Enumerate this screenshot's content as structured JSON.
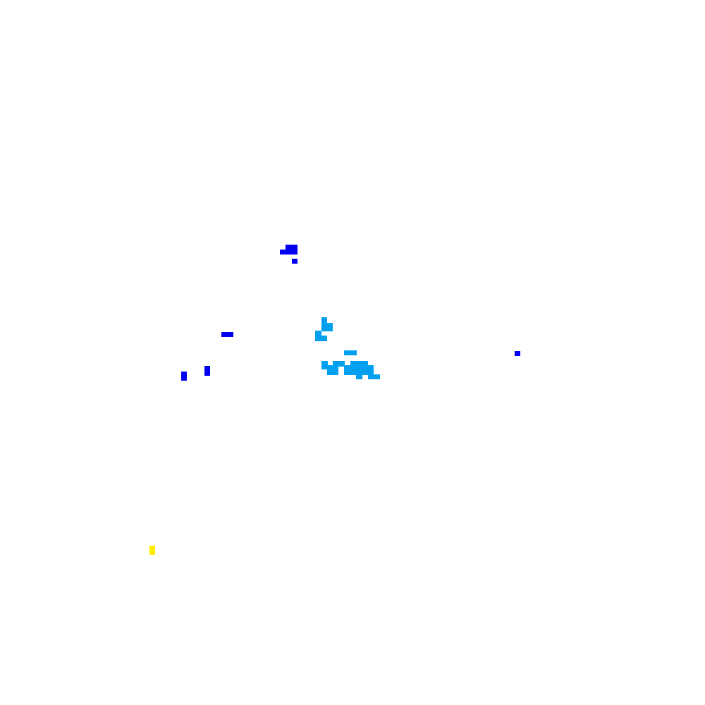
{
  "colors": {
    "background": "#ffffff",
    "blue": "#0000ee",
    "cyan": "#00a0ee",
    "yellow": "#ffee00"
  },
  "clusters": [
    {
      "name": "blue-cluster-top",
      "color": "blue"
    },
    {
      "name": "blue-mark-left-mid",
      "color": "blue"
    },
    {
      "name": "blue-marks-left-low",
      "color": "blue"
    },
    {
      "name": "cyan-cluster-center",
      "color": "cyan"
    },
    {
      "name": "blue-mark-right",
      "color": "blue"
    },
    {
      "name": "yellow-mark-bottom-left",
      "color": "yellow"
    }
  ]
}
